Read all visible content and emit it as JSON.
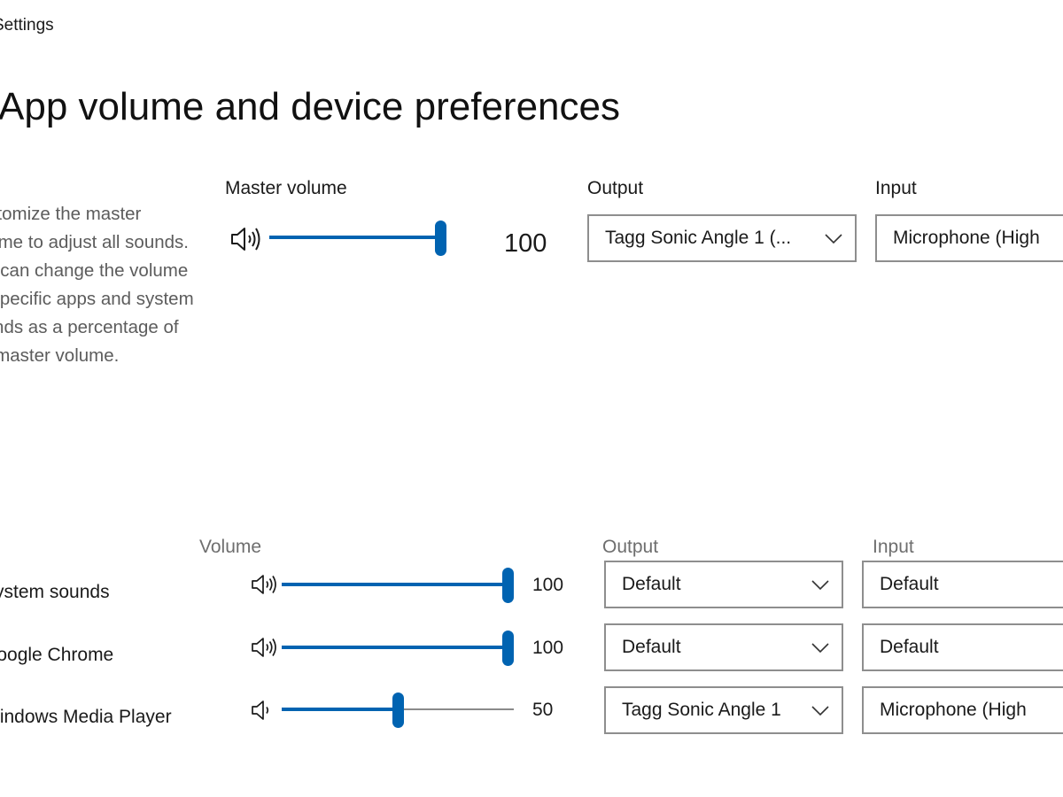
{
  "breadcrumb": "Settings",
  "page_title": "App volume and device preferences",
  "description": "Customize the master volume to adjust all sounds. You can change the volume for specific apps and system sounds as a percentage of the master volume.",
  "master": {
    "label": "Master volume",
    "value": 100,
    "value_text": "100",
    "output_label": "Output",
    "output_value": "Tagg Sonic Angle 1 (...",
    "input_label": "Input",
    "input_value": "Microphone (High"
  },
  "apps_header": {
    "volume_label": "Volume",
    "output_label": "Output",
    "input_label": "Input"
  },
  "apps": [
    {
      "name": "System sounds",
      "volume": 100,
      "volume_text": "100",
      "output": "Default",
      "input": "Default"
    },
    {
      "name": "Google Chrome",
      "volume": 100,
      "volume_text": "100",
      "output": "Default",
      "input": "Default"
    },
    {
      "name": "Windows Media Player",
      "volume": 50,
      "volume_text": "50",
      "output": "Tagg Sonic Angle 1",
      "input": "Microphone (High"
    }
  ],
  "colors": {
    "accent": "#0063b1",
    "track": "#8a8a8a",
    "border": "#8e8e8e"
  },
  "icons": {
    "speaker": "speaker-icon",
    "chevron": "chevron-down-icon"
  }
}
